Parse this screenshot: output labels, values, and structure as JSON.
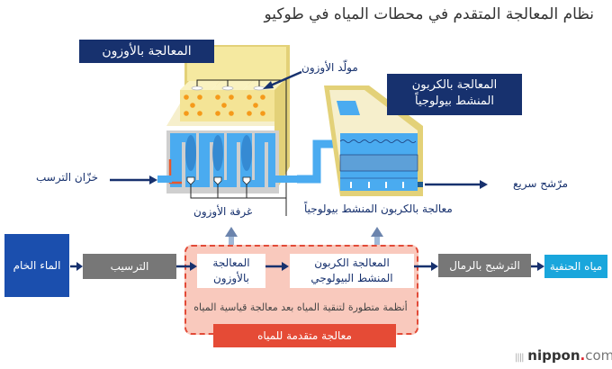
{
  "title": "نظام المعالجة المتقدم في محطات المياه في طوكيو",
  "illustration": {
    "ozone_treatment_label": "المعالجة بالأوزون",
    "ozone_generator_label": "مولّد الأوزون",
    "bac_label_line1": "المعالجة بالكربون",
    "bac_label_line2": "المنشط بيولوجياً",
    "sedimentation_tank_label": "خزّان الترسب",
    "ozone_chamber_label": "غرفة الأوزون",
    "bac_treatment_label": "معالجة بالكربون المنشط بيولوجياً",
    "rapid_filter_label": "مرّشح سريع"
  },
  "flow": {
    "raw_water": "الماء الخام",
    "sedimentation": "الترسيب",
    "ozone_line1": "المعالجة",
    "ozone_line2": "بالأوزون",
    "bac_line1": "المعالجة الكربون",
    "bac_line2": "المنشط البيولوجي",
    "sand_filtration": "الترشيح بالرمال",
    "tap_water": "مياه الحنفية",
    "region_note": "أنظمة متطورة لتنقية المياه بعد معالجة قياسية المياه",
    "region_title": "معالجة متقدمة للمياه"
  },
  "branding": {
    "logo_main": "nippon",
    "logo_dot": ".",
    "logo_tld": "com"
  },
  "colors": {
    "navy": "#17316e",
    "water_blue": "#4aabf0",
    "raw_water_blue": "#1b4fae",
    "tap_water_cyan": "#19a6dc",
    "gray_box": "#777777",
    "advanced_red": "#e54b36",
    "advanced_fill": "#f9c9bd"
  }
}
